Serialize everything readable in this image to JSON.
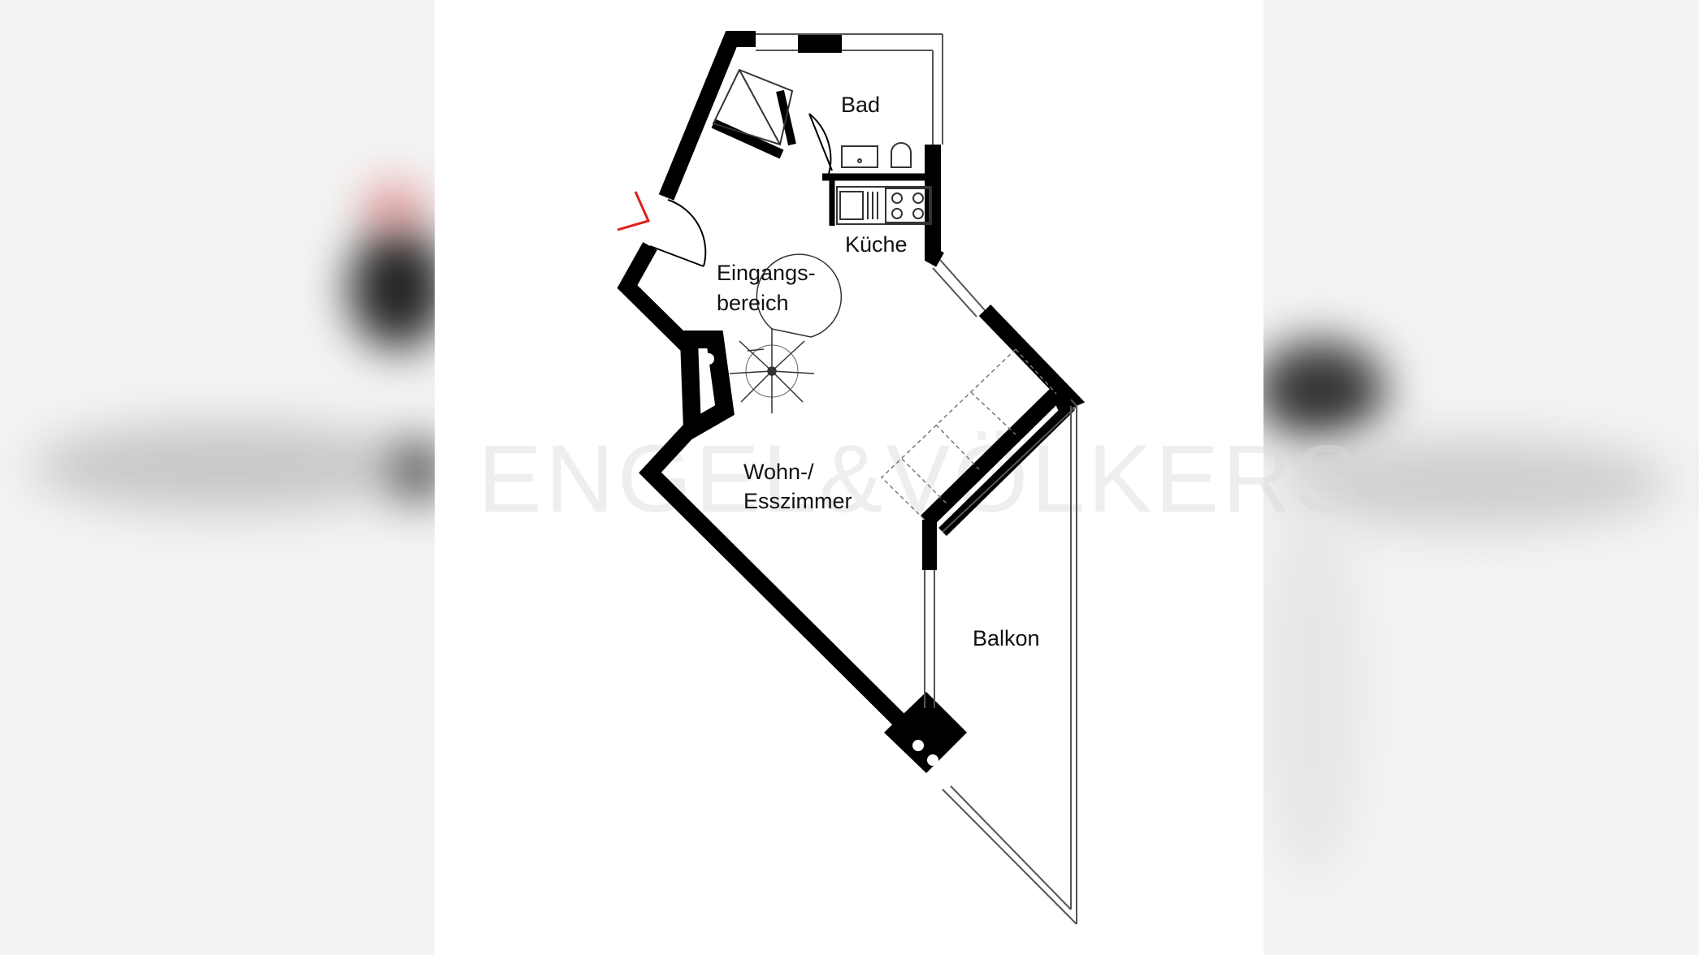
{
  "floorplan": {
    "rooms": {
      "bad": "Bad",
      "kueche": "Küche",
      "eingang_line1": "Eingangs-",
      "eingang_line2": "bereich",
      "wohn_line1": "Wohn-/",
      "wohn_line2": "Esszimmer",
      "balkon": "Balkon"
    },
    "watermark": "ENGEL&VÖLKERS"
  },
  "colors": {
    "wall": "#000000",
    "entrance_marker": "#e0201b",
    "watermark": "#d9d9d9",
    "blurred_sides": "#f3f3f3"
  }
}
